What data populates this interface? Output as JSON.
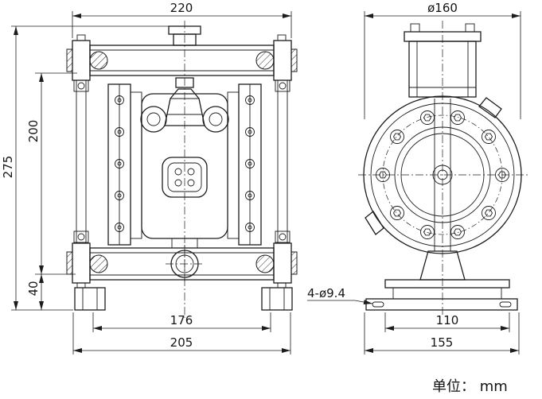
{
  "unit_label": "单位： mm",
  "dimensions": {
    "top_width": "220",
    "housing_diameter": "ø160",
    "overall_height": "275",
    "body_height": "200",
    "foot_height": "40",
    "foot_hole_spacing": "176",
    "base_width": "205",
    "mounting_holes": "4-ø9.4",
    "side_hole_spacing": "110",
    "side_base_width": "155"
  }
}
